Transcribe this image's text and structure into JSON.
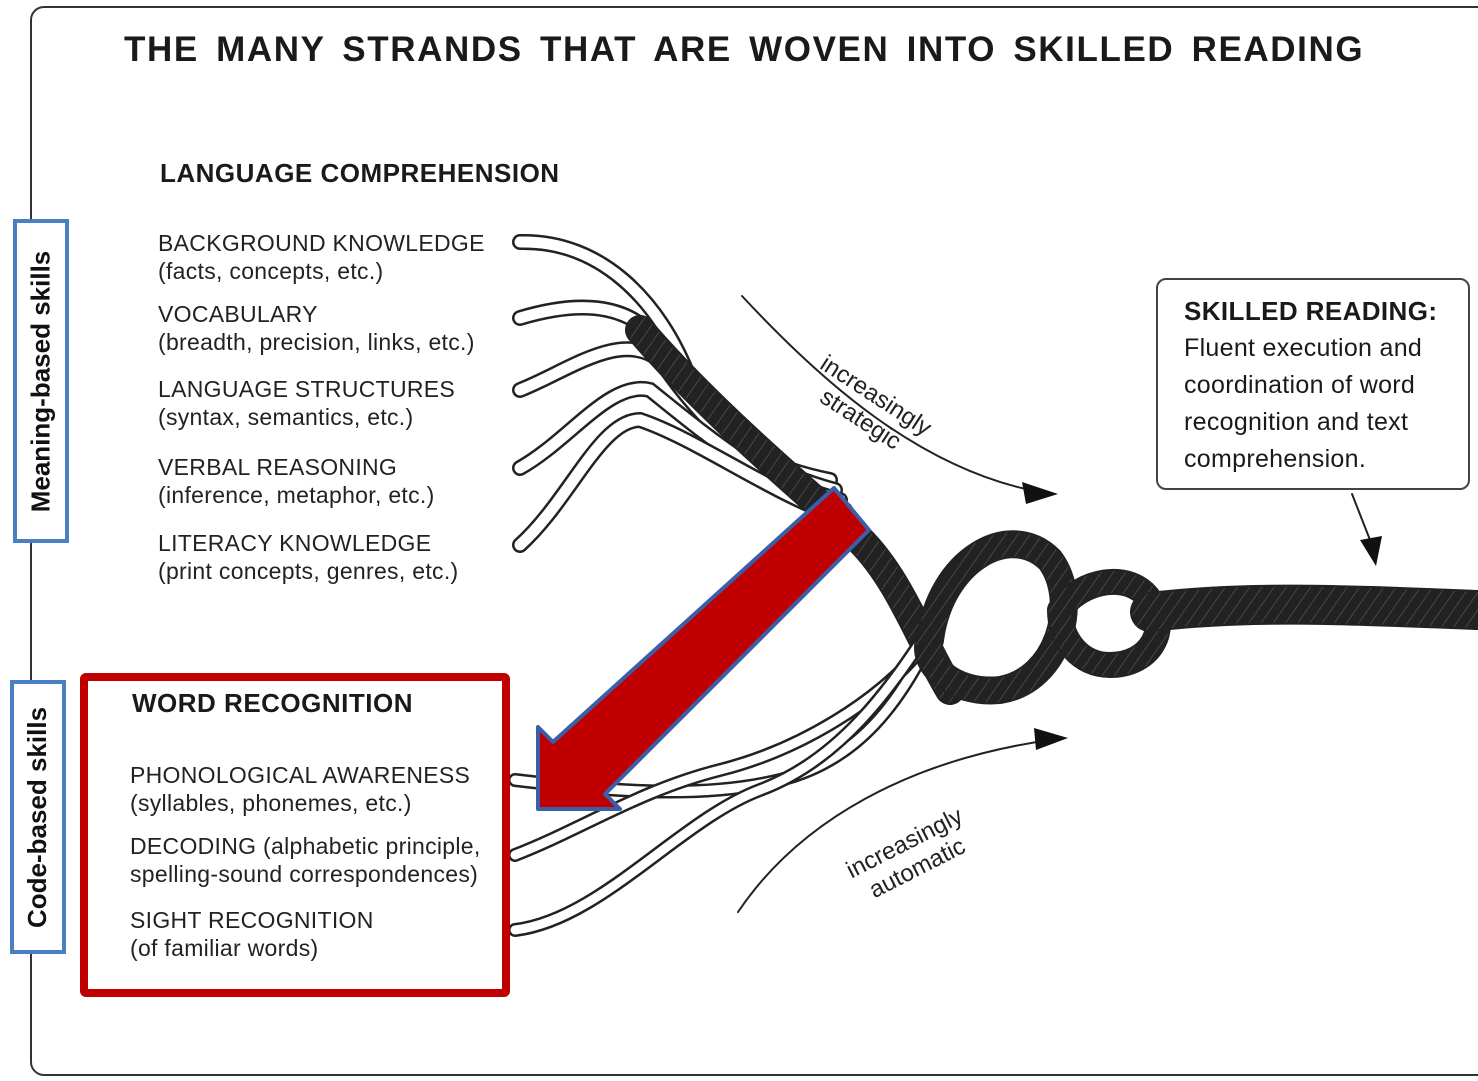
{
  "title": "THE MANY STRANDS THAT ARE WOVEN INTO SKILLED READING",
  "language_comprehension": {
    "heading": "LANGUAGE COMPREHENSION",
    "strands": [
      {
        "name": "BACKGROUND KNOWLEDGE",
        "detail": "(facts, concepts, etc.)"
      },
      {
        "name": "VOCABULARY",
        "detail": "(breadth, precision, links, etc.)"
      },
      {
        "name": "LANGUAGE STRUCTURES",
        "detail": "(syntax, semantics, etc.)"
      },
      {
        "name": "VERBAL REASONING",
        "detail": "(inference, metaphor, etc.)"
      },
      {
        "name": "LITERACY KNOWLEDGE",
        "detail": "(print concepts, genres, etc.)"
      }
    ]
  },
  "word_recognition": {
    "heading": "WORD RECOGNITION",
    "strands": [
      {
        "name": "PHONOLOGICAL AWARENESS",
        "detail": "(syllables, phonemes, etc.)"
      },
      {
        "name": "DECODING (alphabetic principle,",
        "detail": "spelling-sound correspondences)"
      },
      {
        "name": "SIGHT RECOGNITION",
        "detail": "(of familiar words)"
      }
    ]
  },
  "skilled_reading": {
    "heading": "SKILLED READING:",
    "body": "Fluent execution and coordination of word recognition and text comprehension."
  },
  "arrow_labels": {
    "strategic_line1": "increasingly",
    "strategic_line2": "strategic",
    "automatic_line1": "increasingly",
    "automatic_line2": "automatic"
  },
  "side_labels": {
    "meaning": "Meaning-based skills",
    "code": "Code-based skills"
  },
  "colors": {
    "highlight_red": "#c00000",
    "label_border_blue": "#4a7fc1",
    "arrow_fill": "#c00000",
    "arrow_border": "#3a5ea8"
  }
}
